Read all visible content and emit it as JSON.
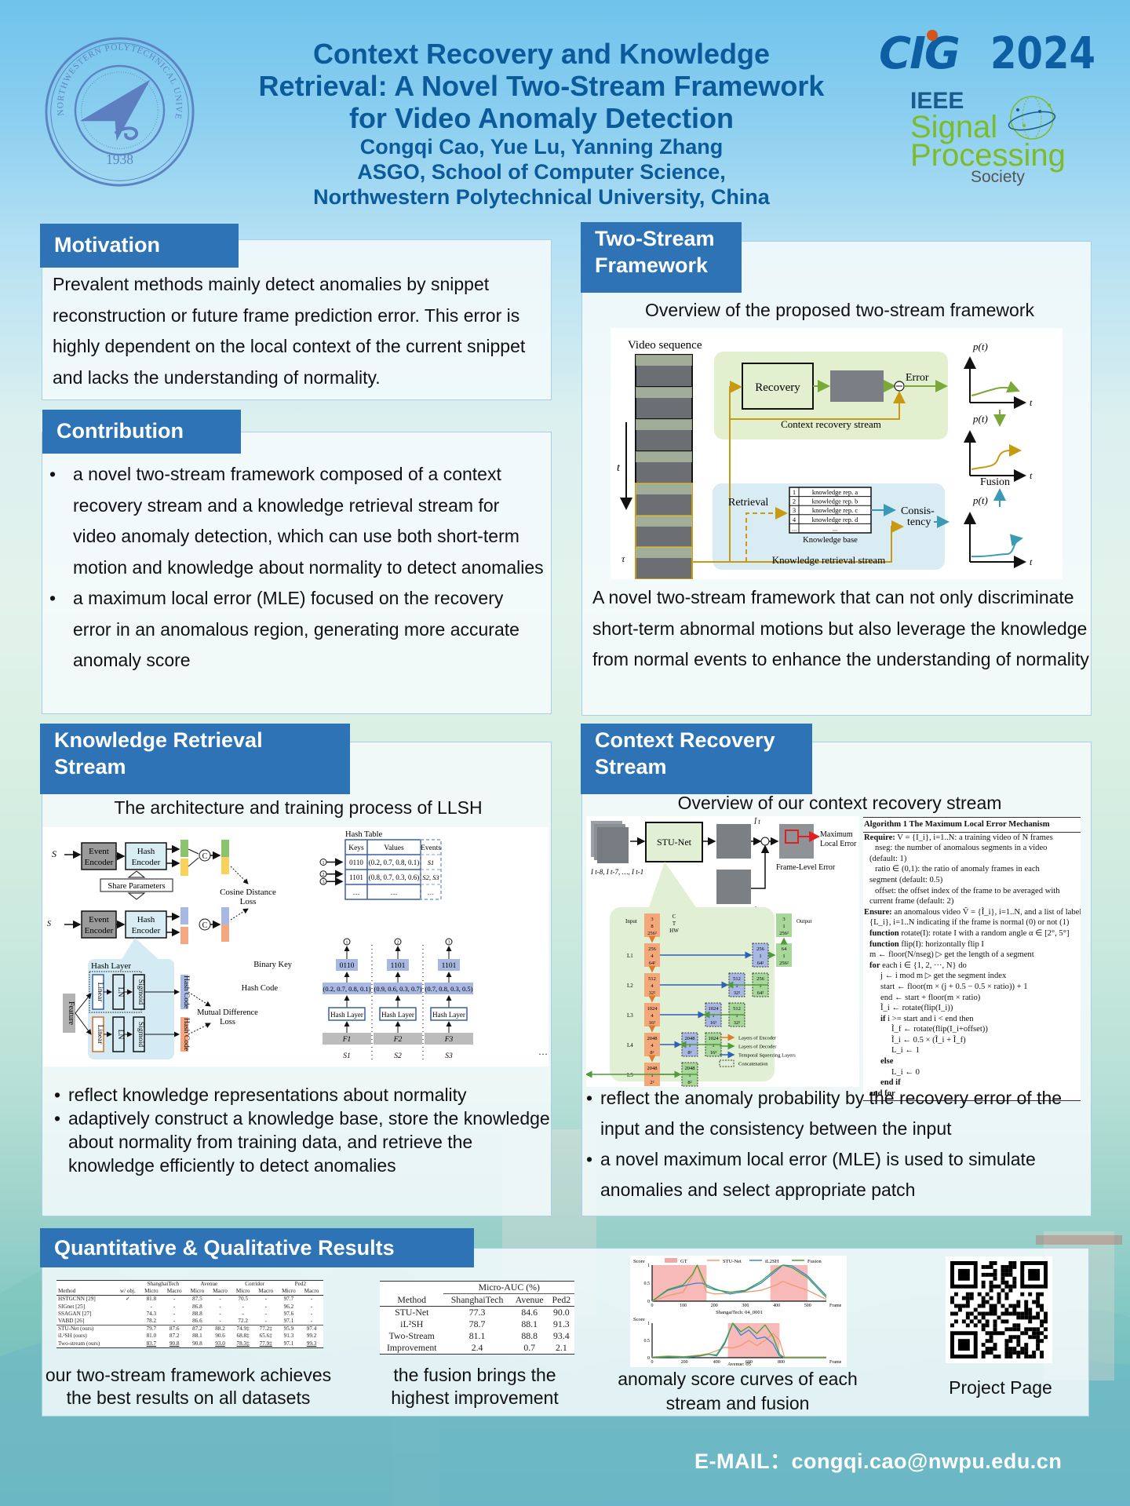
{
  "header": {
    "title_lines": [
      "Context Recovery and Knowledge",
      "Retrieval: A Novel Two-Stream Framework",
      "for Video Anomaly Detection"
    ],
    "authors": "Congqi Cao, Yue Lu, Yanning Zhang",
    "affiliation_lines": [
      "ASGO, School of Computer Science,",
      "Northwestern Polytechnical University, China"
    ],
    "left_logo": {
      "ring_text": "NORTHWESTERN POLYTECHNICAL UNIVERSITY",
      "year": "1938"
    },
    "conference_logo": {
      "name": "CIG",
      "year": "2024"
    },
    "sponsor_logo": {
      "line1": "IEEE",
      "line2": "Signal",
      "line3": "Processing",
      "line4": "Society"
    }
  },
  "colors": {
    "accent": "#2e73b6",
    "title_text": "#0b5a9a",
    "green": "#7cbb2b",
    "orange": "#d4a017",
    "teal": "#3a9ab3"
  },
  "motivation": {
    "title": "Motivation",
    "text": "Prevalent methods mainly detect anomalies by snippet reconstruction or future frame prediction error. This error is highly dependent on the local context of the current snippet and lacks the understanding of normality."
  },
  "contribution": {
    "title": "Contribution",
    "bullets": [
      "a novel two-stream framework composed of a context recovery stream and a knowledge retrieval stream for video anomaly detection, which can use both short-term motion and knowledge about normality to detect anomalies",
      "a maximum local error (MLE) focused on the recovery error in an anomalous region, generating more accurate anomaly score"
    ]
  },
  "two_stream": {
    "title_lines": [
      "Two-Stream",
      "Framework"
    ],
    "figure_caption": "Overview of the proposed two-stream framework",
    "figure": {
      "video_label": "Video sequence",
      "t_label": "t",
      "tau_label": "τ",
      "recovery_label": "Recovery",
      "error_label": "Error",
      "context_stream_label": "Context recovery stream",
      "retrieval_label": "Retrieval",
      "knowledge_rows": [
        {
          "idx": "1",
          "text": "knowledge rep. a"
        },
        {
          "idx": "2",
          "text": "knowledge rep. b"
        },
        {
          "idx": "3",
          "text": "knowledge rep. c"
        },
        {
          "idx": "4",
          "text": "knowledge rep. d"
        },
        {
          "idx": "...",
          "text": "..."
        }
      ],
      "knowledge_base_label": "Knowledge base",
      "consistency_label_1": "Consis-",
      "consistency_label_2": "tency",
      "knowledge_stream_label": "Knowledge retrieval stream",
      "pt_label": "p(t)",
      "axis_t": "t",
      "fusion_label": "Fusion"
    },
    "text": "A novel two-stream framework that can not only discriminate short-term abnormal motions but also leverage the knowledge from normal events to enhance the understanding of normality"
  },
  "knowledge_retrieval": {
    "title_lines": [
      "Knowledge Retrieval",
      "Stream"
    ],
    "figure_caption": "The architecture and training process of LLSH",
    "figure": {
      "s_t": "S",
      "s_t_sub": "t",
      "s_tdt_sub": "t+Δt",
      "event_encoder": [
        "Event",
        "Encoder"
      ],
      "hash_encoder": [
        "Hash",
        "Encoder"
      ],
      "share_params": "Share Parameters",
      "concat": "C",
      "cosine_loss": [
        "Cosine Distance",
        "Loss"
      ],
      "hash_layer_title": "Hash Layer",
      "feature": "Feature",
      "linear": "Linear",
      "ln": "LN",
      "sigmoid": "Sigmoid",
      "hash_code": "Hash Code",
      "mutual_loss": [
        "Mutual Difference",
        "Loss"
      ],
      "hash_table_title": "Hash Table",
      "table_headers": [
        "Keys",
        "Values",
        "Events"
      ],
      "table_rows": [
        {
          "key": "0110",
          "value": "(0.2, 0.7, 0.8, 0.1)",
          "events": "S1"
        },
        {
          "key": "1101",
          "value": "(0.8, 0.7, 0.3, 0.6)",
          "events": "S2, S3"
        },
        {
          "key": "…",
          "value": "…",
          "events": "…"
        }
      ],
      "binary_key_label": "Binary Key",
      "hash_code_label": "Hash Code",
      "columns": [
        {
          "num": "1",
          "key": "0110",
          "code": "(0.2, 0.7, 0.8, 0.1)",
          "layer": "Hash Layer",
          "feat": "F1",
          "seg": "S1"
        },
        {
          "num": "2",
          "key": "1101",
          "code": "(0.9, 0.6, 0.3, 0.7)",
          "layer": "Hash Layer",
          "feat": "F2",
          "seg": "S2"
        },
        {
          "num": "3",
          "key": "1101",
          "code": "(0.7, 0.8, 0.3, 0.5)",
          "layer": "Hash Layer",
          "feat": "F3",
          "seg": "S3"
        }
      ],
      "ellipsis": "…"
    },
    "bullets": [
      "reflect knowledge representations about normality",
      "adaptively construct a knowledge base, store the knowledge about normality from training data, and retrieve the knowledge efficiently to detect anomalies"
    ]
  },
  "context_recovery": {
    "title_lines": [
      "Context Recovery",
      "Stream"
    ],
    "figure_caption": "Overview of our context recovery stream",
    "figure": {
      "input_frames": "I t-8, I t-7, …, I t-1",
      "stunet": "STU-Net",
      "pred_label": "Î t",
      "gt_label": "I t",
      "mle_label": [
        "Maximum",
        "Local Error"
      ],
      "frame_error_label": "Frame-Level Error",
      "input_label": "Input",
      "output_label": "Output",
      "dims_label": [
        "C",
        "T",
        "HW"
      ],
      "encoder": [
        {
          "layer": "",
          "vals": [
            "3",
            "8",
            "256²"
          ]
        },
        {
          "layer": "L1",
          "vals": [
            "256",
            "4",
            "64²"
          ]
        },
        {
          "layer": "L2",
          "vals": [
            "512",
            "4",
            "32²"
          ]
        },
        {
          "layer": "L3",
          "vals": [
            "1024",
            "4",
            "16²"
          ]
        },
        {
          "layer": "L4",
          "vals": [
            "2048",
            "4",
            "8²"
          ]
        },
        {
          "layer": "L5",
          "vals": [
            "2048",
            "1",
            "2²"
          ]
        }
      ],
      "squeeze": [
        {
          "vals": [
            "256",
            "1",
            "64²"
          ]
        },
        {
          "vals": [
            "512",
            "1",
            "32²"
          ]
        },
        {
          "vals": [
            "1024",
            "1",
            "16²"
          ]
        },
        {
          "vals": [
            "2048",
            "1",
            "8²"
          ]
        }
      ],
      "decoder": [
        {
          "vals": [
            "3",
            "1",
            "256²"
          ]
        },
        {
          "vals": [
            "64",
            "1",
            "256²"
          ]
        },
        {
          "vals": [
            "256",
            "1",
            "64²"
          ]
        },
        {
          "vals": [
            "512",
            "1",
            "32²"
          ]
        },
        {
          "vals": [
            "1024",
            "1",
            "16²"
          ]
        },
        {
          "vals": [
            "2048",
            "1",
            "8²"
          ]
        }
      ],
      "legend": [
        "Layers of Encoder",
        "Layers of Decoder",
        "Temporal Squeezing Layers",
        "Concatenation"
      ]
    },
    "algorithm": {
      "title": "Algorithm 1 The Maximum Local Error Mechanism",
      "lines": [
        {
          "indent": 0,
          "bold": "Require:",
          "text": " V = {I_i}, i=1..N: a training video of N frames"
        },
        {
          "indent": 2,
          "bold": "",
          "text": "nseg: the number of anomalous segments in a video"
        },
        {
          "indent": 1,
          "bold": "",
          "text": "(default: 1)"
        },
        {
          "indent": 2,
          "bold": "",
          "text": "ratio ∈ (0,1): the ratio of anomaly frames in each"
        },
        {
          "indent": 1,
          "bold": "",
          "text": "segment (default: 0.5)"
        },
        {
          "indent": 2,
          "bold": "",
          "text": "offset: the offset index of the frame to be averaged with"
        },
        {
          "indent": 1,
          "bold": "",
          "text": "current frame (default: 2)"
        },
        {
          "indent": 0,
          "bold": "Ensure:",
          "text": " an anomalous video Ṽ = {Ĩ_i}, i=1..N, and a list of labels"
        },
        {
          "indent": 1,
          "bold": "",
          "text": "{L_i}, i=1..N indicating if the frame is normal (0) or not (1)"
        },
        {
          "indent": 1,
          "bold": "function",
          "text": " rotate(I): rotate I with a random angle α ∈ [2°, 5°]"
        },
        {
          "indent": 1,
          "bold": "function",
          "text": " flip(I): horizontally flip I"
        },
        {
          "indent": 1,
          "bold": "",
          "text": "m ← floor(N/nseg)      ▷ get the length of a segment"
        },
        {
          "indent": 1,
          "bold": "for",
          "text": " each i ∈ {1, 2, ···, N} do"
        },
        {
          "indent": 3,
          "bold": "",
          "text": "j ← i mod m                 ▷ get the segment index"
        },
        {
          "indent": 3,
          "bold": "",
          "text": "start ← floor(m × (j + 0.5 − 0.5 × ratio)) + 1"
        },
        {
          "indent": 3,
          "bold": "",
          "text": "end ← start + floor(m × ratio)"
        },
        {
          "indent": 3,
          "bold": "",
          "text": "Ĩ_i ← rotate(flip(I_i))"
        },
        {
          "indent": 3,
          "bold": "if",
          "text": " i >= start and i < end then"
        },
        {
          "indent": 5,
          "bold": "",
          "text": "Ĩ_f ← rotate(flip(I_i+offset))"
        },
        {
          "indent": 5,
          "bold": "",
          "text": "Ĩ_i ← 0.5 × (Ĩ_i + Ĩ_f)"
        },
        {
          "indent": 5,
          "bold": "",
          "text": "L_i ← 1"
        },
        {
          "indent": 3,
          "bold": "else",
          "text": ""
        },
        {
          "indent": 5,
          "bold": "",
          "text": "L_i ← 0"
        },
        {
          "indent": 3,
          "bold": "end if",
          "text": ""
        },
        {
          "indent": 1,
          "bold": "end for",
          "text": ""
        }
      ]
    },
    "bullets": [
      "reflect the anomaly probability by the recovery error of the input and the consistency between the input",
      "a novel maximum local error (MLE) is used to simulate anomalies and select appropriate patch"
    ]
  },
  "results": {
    "title": "Quantitative & Qualitative Results",
    "table1": {
      "group_headers": [
        "ShanghaiTech",
        "Avenue",
        "Corridor",
        "Ped2"
      ],
      "headers": [
        "Method",
        "w/ obj.",
        "Micro",
        "Macro",
        "Micro",
        "Macro",
        "Micro",
        "Macro",
        "Micro",
        "Macro"
      ],
      "rows_other": [
        [
          "HSTGCNN [29]",
          "✓",
          "81.8",
          "-",
          "87.5",
          "-",
          "70.5",
          "-",
          "97.7",
          "-"
        ],
        [
          "SIGnet [25]",
          "",
          "-",
          "-",
          "86.8",
          "-",
          "-",
          "-",
          "96.2",
          "-"
        ],
        [
          "SSAGAN [27]",
          "",
          "74.3",
          "-",
          "88.8",
          "-",
          "-",
          "-",
          "97.6",
          "-"
        ],
        [
          "VABD [26]",
          "",
          "78.2",
          "-",
          "86.6",
          "-",
          "72.2",
          "-",
          "97.1",
          "-"
        ]
      ],
      "rows_ours": [
        [
          "STU-Net (ours)",
          "",
          "79.7",
          "87.6",
          "87.2",
          "88.2",
          "74.9‡",
          "77.2‡",
          "95.9",
          "97.4"
        ],
        [
          "iL²SH (ours)",
          "",
          "81.0",
          "87.2",
          "88.1",
          "90.6",
          "68.8‡",
          "65.6‡",
          "91.3",
          "99.2"
        ],
        [
          "Two-stream (ours)",
          "",
          "83.7",
          "90.8",
          "90.8",
          "93.0",
          "78.3‡",
          "77.9‡",
          "97.1",
          "99.3"
        ]
      ],
      "best_cols_last_row": [
        2,
        3,
        5,
        6,
        7,
        9
      ]
    },
    "table1_caption": "our two-stream framework achieves the best results on all datasets",
    "table2": {
      "super_header": "Micro-AUC (%)",
      "headers": [
        "Method",
        "ShanghaiTech",
        "Avenue",
        "Ped2"
      ],
      "rows": [
        [
          "STU-Net",
          "77.3",
          "84.6",
          "90.0"
        ],
        [
          "iL²SH",
          "78.7",
          "88.1",
          "91.3"
        ],
        [
          "Two-Stream",
          "81.1",
          "88.8",
          "93.4"
        ],
        [
          "Improvement",
          "2.4",
          "0.7",
          "2.1"
        ]
      ]
    },
    "table2_caption": "the fusion brings the highest improvement",
    "curves_caption": "anomaly score curves of each stream and fusion",
    "qr_caption": "Project Page",
    "email_label": "E-MAIL：",
    "email": "congqi.cao@nwpu.edu.cn"
  },
  "chart_data": [
    {
      "type": "line",
      "title": "ShangaiTech: 04_0001",
      "xlabel": "Frame",
      "ylabel": "Score",
      "xlim": [
        0,
        560
      ],
      "ylim": [
        0,
        1
      ],
      "xticks": [
        0,
        100,
        200,
        300,
        400,
        500
      ],
      "yticks": [
        0,
        0.5,
        1
      ],
      "legend": [
        "GT",
        "STU-Net",
        "iL2SH",
        "Fusion"
      ],
      "legend_position": "top",
      "gt_regions": [
        [
          0,
          175
        ],
        [
          380,
          500
        ]
      ],
      "x": [
        0,
        50,
        100,
        130,
        145,
        160,
        175,
        200,
        250,
        300,
        350,
        400,
        420,
        450,
        500,
        560
      ],
      "series": [
        {
          "name": "STU-Net",
          "color": "#f29a6a",
          "values": [
            0,
            0.15,
            0.25,
            0.7,
            1.0,
            0.6,
            0.25,
            0.2,
            0.22,
            0.25,
            0.3,
            0.45,
            0.55,
            0.45,
            0.3,
            0.05
          ]
        },
        {
          "name": "iL2SH",
          "color": "#3a84d6",
          "values": [
            0,
            0.3,
            0.42,
            0.48,
            0.5,
            0.5,
            0.45,
            0.35,
            0.2,
            0.28,
            0.5,
            0.85,
            1.0,
            0.98,
            0.7,
            0.15
          ]
        },
        {
          "name": "Fusion",
          "color": "#3aa63a",
          "values": [
            0,
            0.32,
            0.45,
            0.75,
            1.0,
            0.7,
            0.4,
            0.32,
            0.25,
            0.3,
            0.55,
            0.9,
            1.0,
            0.93,
            0.65,
            0.1
          ]
        }
      ]
    },
    {
      "type": "line",
      "title": "Avenue: 05",
      "xlabel": "Frame",
      "ylabel": "Score",
      "xlim": [
        0,
        1080
      ],
      "ylim": [
        0,
        1
      ],
      "xticks": [
        0,
        200,
        400,
        600,
        800
      ],
      "yticks": [
        0,
        0.5,
        1
      ],
      "gt_regions": [
        [
          470,
          790
        ]
      ],
      "x": [
        0,
        100,
        200,
        300,
        350,
        400,
        450,
        500,
        550,
        600,
        650,
        700,
        750,
        790,
        820,
        1080
      ],
      "series": [
        {
          "name": "STU-Net",
          "color": "#f29a6a",
          "values": [
            0.02,
            0.05,
            0.03,
            0.08,
            0.12,
            0.2,
            0.3,
            0.28,
            0.35,
            0.5,
            0.35,
            0.5,
            0.7,
            0.5,
            0.02,
            0.02
          ]
        },
        {
          "name": "iL2SH",
          "color": "#3a84d6",
          "values": [
            0.0,
            0.02,
            0.0,
            0.05,
            0.1,
            0.05,
            0.4,
            1.0,
            0.65,
            0.8,
            0.55,
            0.6,
            0.4,
            0.05,
            0.0,
            0.0
          ]
        },
        {
          "name": "Fusion",
          "color": "#3aa63a",
          "values": [
            0.01,
            0.03,
            0.02,
            0.06,
            0.1,
            0.08,
            0.45,
            1.0,
            0.75,
            0.9,
            0.7,
            0.95,
            0.6,
            0.1,
            0.0,
            0.0
          ]
        }
      ]
    }
  ]
}
